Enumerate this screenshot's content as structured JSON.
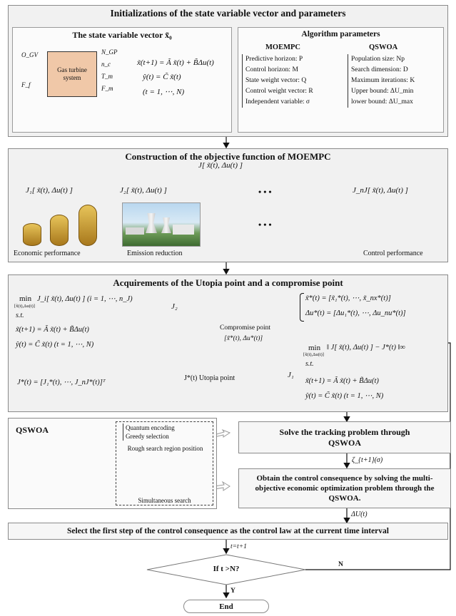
{
  "init": {
    "title": "Initializations of the state variable vector and parameters",
    "state_title": "The state variable vector  x̃₀",
    "gas_block": "Gas turbine system",
    "inputs": [
      "O_GV",
      "F_f"
    ],
    "outputs": [
      "N_GP",
      "n_c",
      "T_m",
      "F_m"
    ],
    "eq1": "x̃(t+1) = Ã x̃(t) + B̃Δu(t)",
    "eq2": "ŷ(t) = C̃ x̃(t)",
    "eq3": "(t = 1, ⋯, N)",
    "params_title": "Algorithm parameters",
    "moempc_title": "MOEMPC",
    "moempc_items": [
      "Predictive horizon: P",
      "Control horizon: M",
      "State weight vector: Q",
      "Control weight vector: R",
      "Independent variable: σ"
    ],
    "qswoa_title": "QSWOA",
    "qswoa_items": [
      "Population size: Np",
      "Search dimension: D",
      "Maximum iterations: K",
      "Upper bound: ΔU_min",
      "lower bound: ΔU_max"
    ]
  },
  "objective": {
    "title": "Construction of the objective function of MOEMPC",
    "top": "J[ x̃(t), Δu(t) ]",
    "j1": "J₁[ x̃(t), Δu(t) ]",
    "j2": "J₂[ x̃(t), Δu(t) ]",
    "jn": "J_nJ[ x̃(t), Δu(t) ]",
    "dots": "• • •",
    "cap1": "Economic performance",
    "cap2": "Emission reduction",
    "cap3": "Control performance"
  },
  "utopia": {
    "title": "Acquirements of the Utopia point and a compromise point",
    "min1": "min",
    "min1_sub": "[x̃(t),Δu(t)]",
    "min1_expr": "J_i[ x̃(t), Δu(t) ] (i = 1, ⋯, n_J)",
    "st": "s.t.",
    "c1": "x̃(t+1) = Ã x̃(t) + B̃Δu(t)",
    "c2": "ŷ(t) = C̃ x̃(t)   (t = 1, ⋯, N)",
    "jstar": "J*(t) = [J₁*(t), ⋯, J_nJ*(t)]ᵀ",
    "axis_y": "J₂",
    "axis_x": "J₁",
    "compromise": "Compromise point",
    "compromise_pt": "[x̃*(t), Δu*(t)]",
    "utopia_pt": "J*(t)  Utopia point",
    "r1": "x̃*(t) = [x̃₁*(t), ⋯, x̃_nx*(t)]",
    "r2": "Δu*(t) = [Δu₁*(t), ⋯, Δu_nu*(t)]",
    "rmin": "min",
    "rmin_sub": "[x̃(t),Δu(t)]",
    "rmin_expr": "‖ J[ x̃(t), Δu(t) ] − J*(t) ‖∞",
    "rst": "s.t.",
    "rc1": "x̃(t+1) = Ã x̃(t) + B̃Δu(t)",
    "rc2": "ŷ(t) = C̃ x̃(t)   (t = 1, ⋯, N)"
  },
  "qswoa": {
    "label": "QSWOA",
    "items": [
      "Quantum encoding",
      "Greedy selection"
    ],
    "rough": "Rough search region position",
    "sim": "Simultaneous search"
  },
  "flow": {
    "solve": "Solve  the tracking problem through QSWOA",
    "zeta": "ζ_{t+1}(σ)",
    "obtain": "Obtain the control consequence by solving the multi-objective economic optimization problem through the QSWOA.",
    "du": "ΔU(t)",
    "select": "Select the first step of the control consequence as the control law at the current time interval",
    "tinc": "t=t+1",
    "decision": "If t >N?",
    "n": "N",
    "y": "Y",
    "end": "End"
  }
}
